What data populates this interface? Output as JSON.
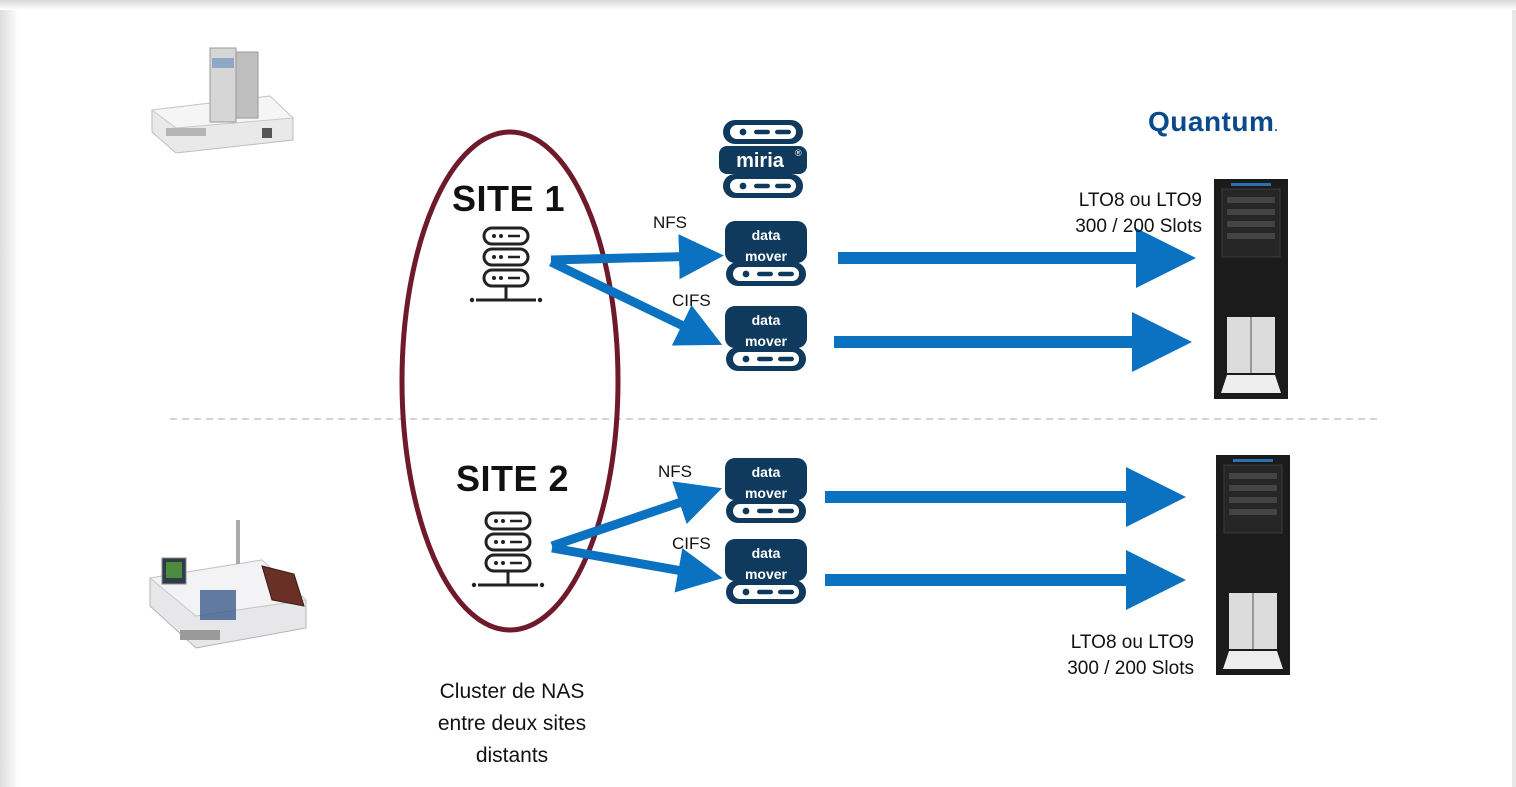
{
  "brand": {
    "name": "Quantum",
    "dot": "."
  },
  "sites": [
    {
      "title": "SITE 1",
      "nfs_label": "NFS",
      "cifs_label": "CIFS"
    },
    {
      "title": "SITE 2",
      "nfs_label": "NFS",
      "cifs_label": "CIFS"
    }
  ],
  "miria": {
    "label": "miria",
    "registered": "®"
  },
  "data_mover": {
    "line1": "data",
    "line2": "mover"
  },
  "libraries": [
    {
      "line1": "LTO8 ou LTO9",
      "line2": "300 / 200 Slots"
    },
    {
      "line1": "LTO8 ou LTO9",
      "line2": "300 / 200 Slots"
    }
  ],
  "caption": {
    "line1": "Cluster de NAS",
    "line2": "entre deux sites",
    "line3": "distants"
  },
  "colors": {
    "arrow_blue": "#0a72c0",
    "server_navy": "#0f3a5e",
    "cluster_ellipse": "#6e1a2b",
    "brand_blue": "#0a4a8c",
    "divider": "#bbbbbb"
  },
  "icons": [
    "nas-server-icon",
    "miria-server-icon",
    "data-mover-icon",
    "tape-library-icon",
    "machine-image"
  ]
}
